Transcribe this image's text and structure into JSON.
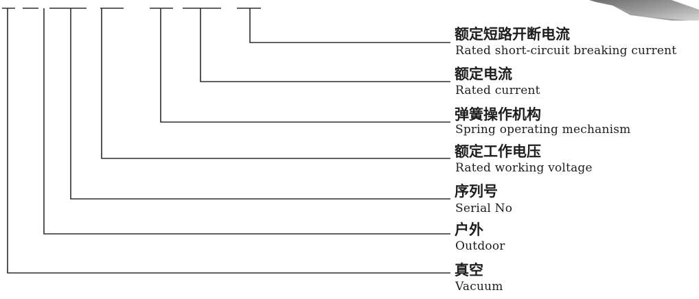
{
  "labels": [
    {
      "zh": "额定短路开断电流",
      "en": "Rated short-circuit breaking current"
    },
    {
      "zh": "额定电流",
      "en": "Rated current"
    },
    {
      "zh": "弹簧操作机构",
      "en": "Spring operating mechanism"
    },
    {
      "zh": "额定工作电压",
      "en": "Rated working voltage"
    },
    {
      "zh": "序列号",
      "en": "Serial No"
    },
    {
      "zh": "户外",
      "en": "Outdoor"
    },
    {
      "zh": "真空",
      "en": "Vacuum"
    }
  ],
  "colors": {
    "line": "#2b2b2b",
    "text": "#1d1d1d"
  }
}
